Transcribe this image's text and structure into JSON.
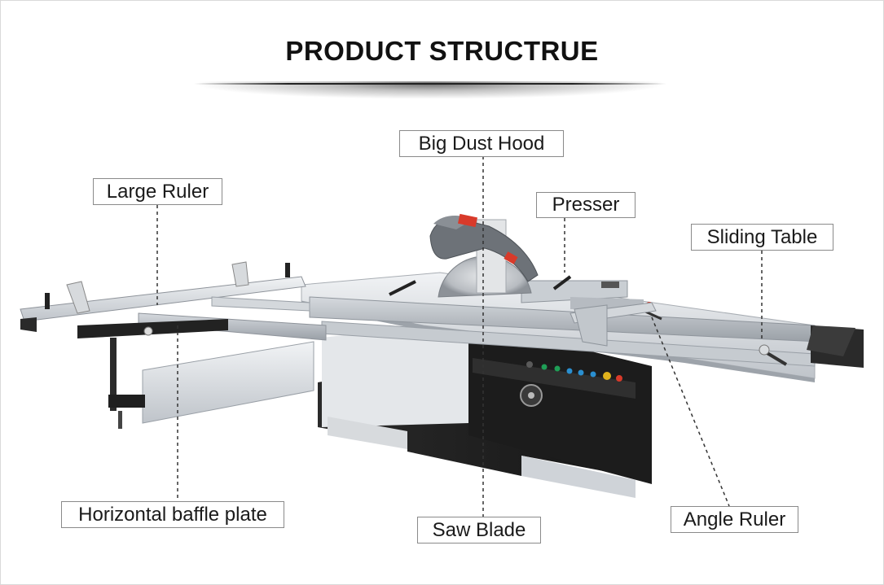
{
  "title": "PRODUCT STRUCTRUE",
  "labels": {
    "big_dust_hood": "Big Dust Hood",
    "large_ruler": "Large Ruler",
    "presser": "Presser",
    "sliding_table": "Sliding Table",
    "horizontal_baffle_plate": "Horizontal baffle plate",
    "saw_blade": "Saw Blade",
    "angle_ruler": "Angle Ruler"
  },
  "colors": {
    "frame_silver": "#cfd3d8",
    "cabinet_black": "#1e1e1e",
    "hood_red": "#d83a2a",
    "hood_grey": "#6d7278",
    "leader_line": "#333333"
  }
}
